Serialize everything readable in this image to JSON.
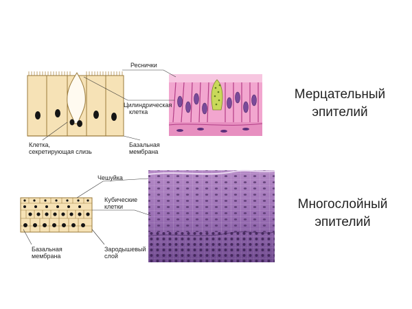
{
  "ciliated": {
    "title_line1": "Мерцательный",
    "title_line2": "эпителий",
    "label_cilia": "Реснички",
    "label_columnar_1": "Цилиндрическая",
    "label_columnar_2": "клетка",
    "label_goblet_1": "Клетка,",
    "label_goblet_2": "секретирующая слизь",
    "label_membrane_1": "Базальная",
    "label_membrane_2": "мембрана"
  },
  "stratified": {
    "title_line1": "Многослойный",
    "title_line2": "эпителий",
    "label_scale": "Чешуйка",
    "label_cuboidal_1": "Кубические",
    "label_cuboidal_2": "клетки",
    "label_membrane_1": "Базальная",
    "label_membrane_2": "мембрана",
    "label_germinal_1": "Зародышевый",
    "label_germinal_2": "слой"
  },
  "colors": {
    "cell_fill": "#f6e2b6",
    "cell_outline": "#9a7a3a",
    "micro_pink": "#e27fb4",
    "micro_purple": "#8a5aa0"
  }
}
